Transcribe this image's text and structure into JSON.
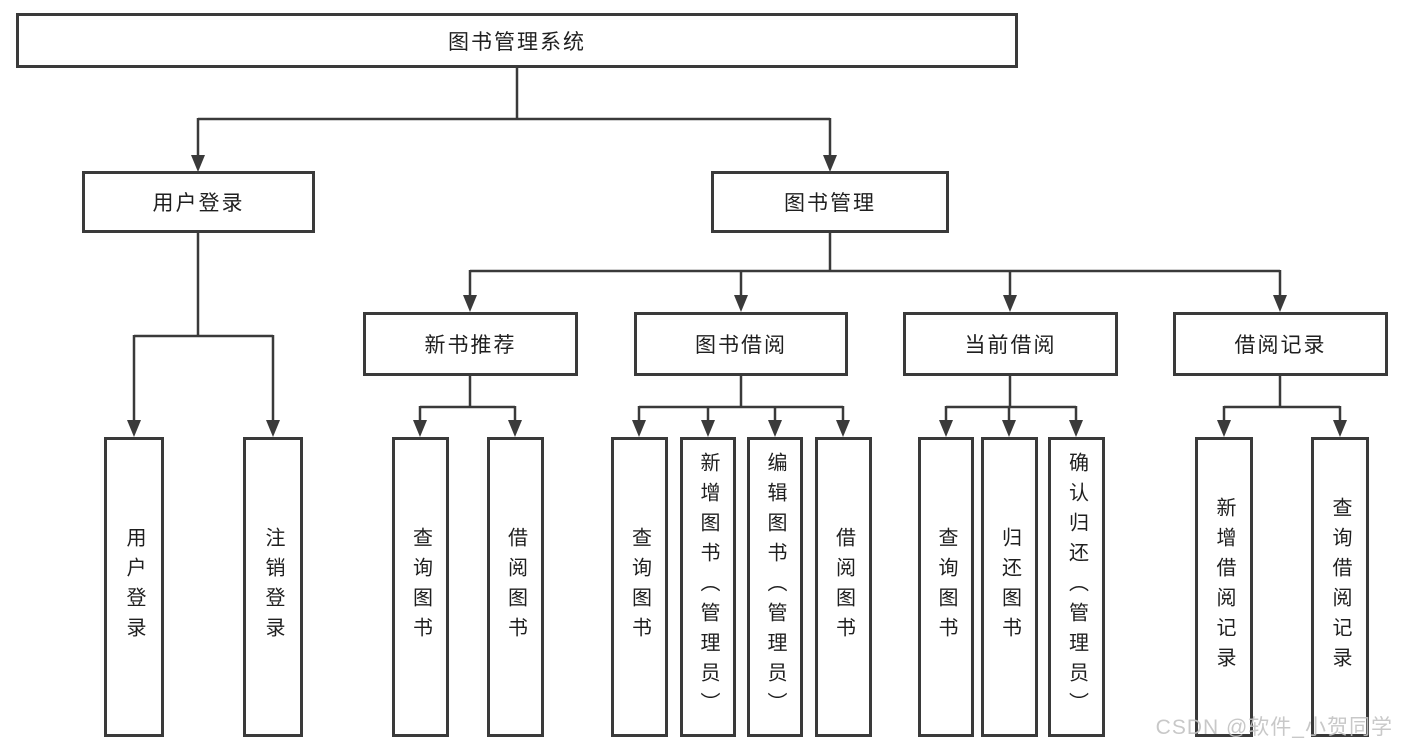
{
  "diagram": {
    "root": "图书管理系统",
    "level2": [
      "用户登录",
      "图书管理"
    ],
    "level3": [
      "新书推荐",
      "图书借阅",
      "当前借阅",
      "借阅记录"
    ],
    "leaves_user_login": [
      "用户登录",
      "注销登录"
    ],
    "leaves_new_book": [
      "查询图书",
      "借阅图书"
    ],
    "leaves_book_borrow": [
      "查询图书",
      "新增图书（管理员）",
      "编辑图书（管理员）",
      "借阅图书"
    ],
    "leaves_current_borrow": [
      "查询图书",
      "归还图书",
      "确认归还（管理员）"
    ],
    "leaves_borrow_record": [
      "新增借阅记录",
      "查询借阅记录"
    ]
  },
  "watermark": "CSDN @软件_小贺同学",
  "colors": {
    "line": "#3a3a3a",
    "box_border": "#3a3a3a",
    "box_fill": "#ffffff",
    "text": "#1f1f1f",
    "watermark": "#c3c3c3"
  }
}
